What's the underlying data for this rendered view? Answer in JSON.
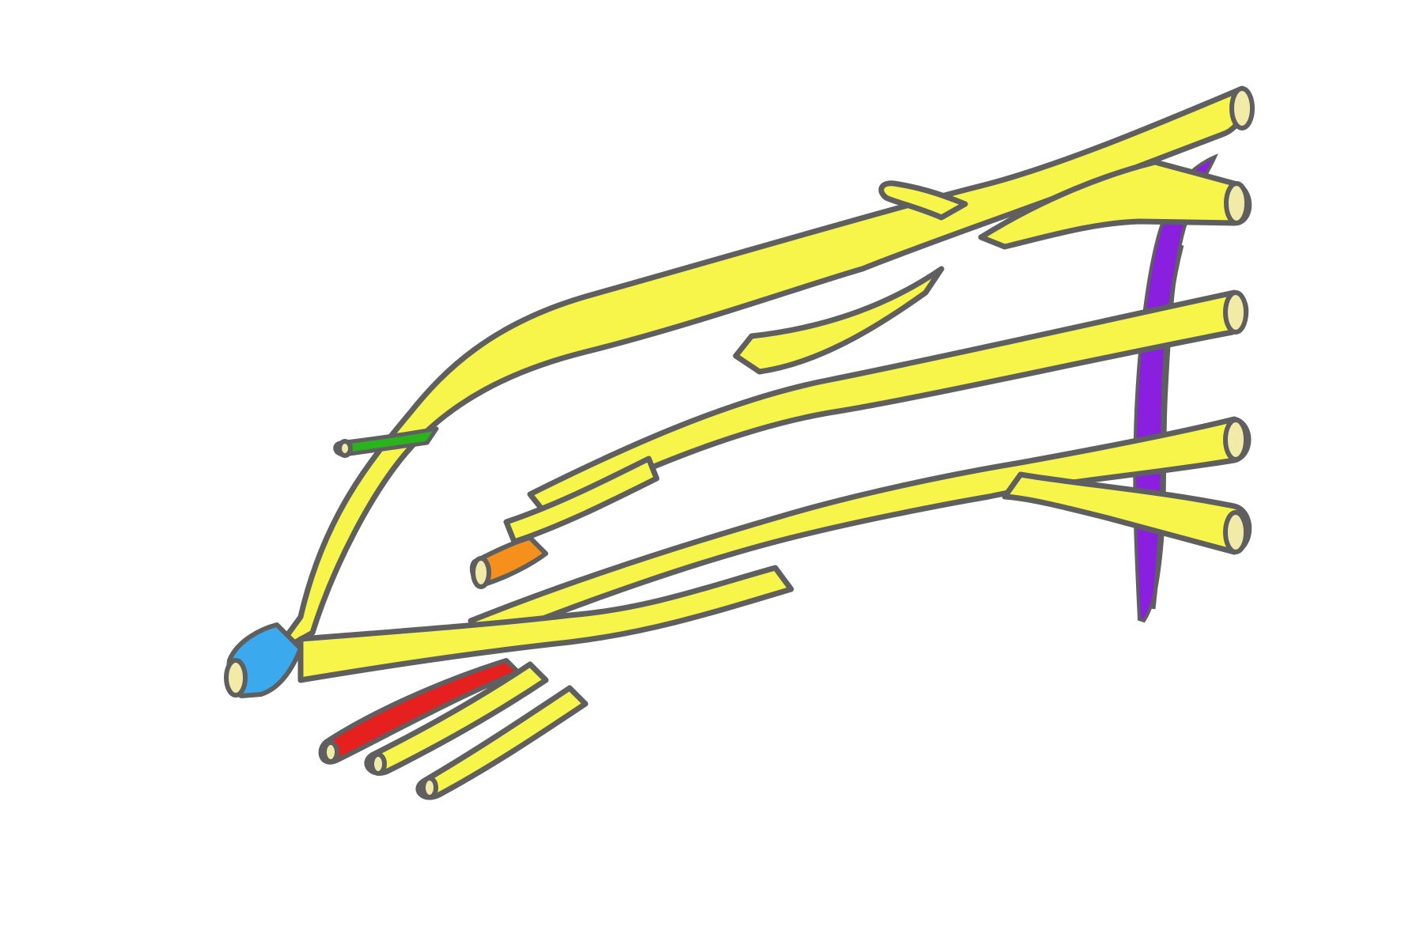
{
  "diagram": {
    "subject": "brachial-plexus-schematic",
    "labels_present": false,
    "colors": {
      "nerve_fill": "#f7f54a",
      "nerve_outline": "#5f5f5f",
      "root_end": "#f1eba7",
      "highlight_blue": "#3aa9ee",
      "highlight_red": "#e61f1f",
      "highlight_orange": "#f5901c",
      "highlight_green": "#2bb31e",
      "highlight_purple": "#8a1fe0",
      "background": "#ffffff"
    },
    "highlighted_segments": [
      {
        "id": "blue-segment",
        "color_ref": "highlight_blue"
      },
      {
        "id": "red-branch",
        "color_ref": "highlight_red"
      },
      {
        "id": "orange-segment",
        "color_ref": "highlight_orange"
      },
      {
        "id": "green-branch",
        "color_ref": "highlight_green"
      },
      {
        "id": "purple-chain",
        "color_ref": "highlight_purple"
      }
    ]
  }
}
